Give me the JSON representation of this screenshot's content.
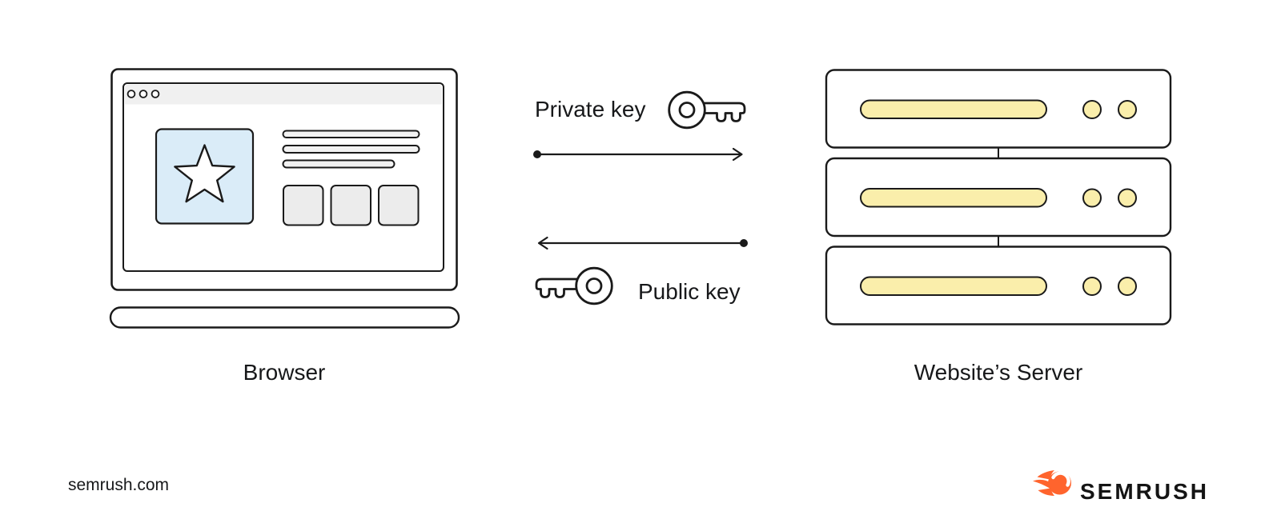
{
  "labels": {
    "browser": "Browser",
    "server": "Website’s Server"
  },
  "exchange": {
    "private_key_label": "Private key",
    "public_key_label": "Public key"
  },
  "footer": {
    "watermark": "semrush.com",
    "brand": "SEMRUSH"
  },
  "icons": {
    "private_key": "key-icon",
    "public_key": "key-icon-mirrored",
    "star": "star-icon",
    "window_dots": "window-control-dots-icon",
    "brand_flame": "semrush-flame-icon"
  },
  "colors": {
    "ink": "#1a1a1a",
    "light_blue": "#daecf8",
    "light_yellow": "#faeeab",
    "light_gray": "#ececec",
    "bar_gray": "#f0f0f0",
    "line_gray": "#f2f2f2",
    "brand_orange": "#ff642d"
  }
}
